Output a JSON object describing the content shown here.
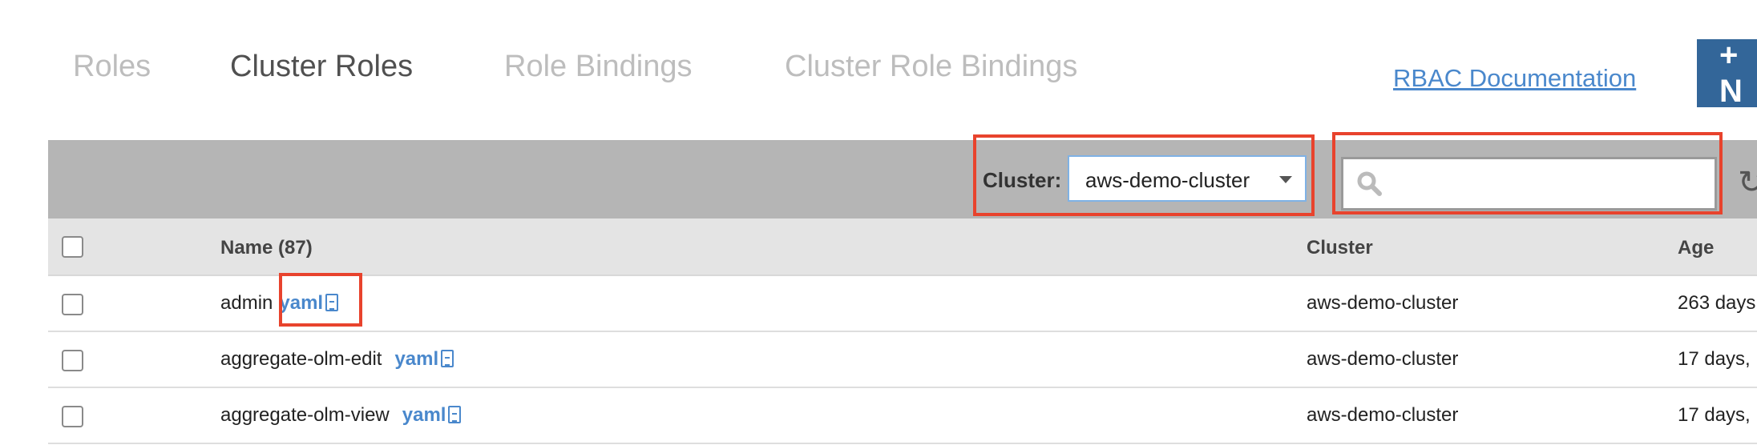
{
  "tabs": [
    {
      "label": "Roles"
    },
    {
      "label": "Cluster Roles",
      "active": true
    },
    {
      "label": "Role Bindings"
    },
    {
      "label": "Cluster Role Bindings"
    }
  ],
  "doc_link": "RBAC Documentation",
  "add_button": {
    "icon": "plus-icon",
    "label": "+ N"
  },
  "toolbar": {
    "cluster_label": "Cluster:",
    "cluster_value": "aws-demo-cluster",
    "search_placeholder": "",
    "refresh_icon": "refresh-icon"
  },
  "table": {
    "headers": {
      "name": "Name (87)",
      "cluster": "Cluster",
      "age": "Age"
    },
    "rows": [
      {
        "name": "admin",
        "link": "yaml",
        "cluster": "aws-demo-cluster",
        "age": "263 days"
      },
      {
        "name": "aggregate-olm-edit",
        "link": "yaml",
        "cluster": "aws-demo-cluster",
        "age": "17 days,"
      },
      {
        "name": "aggregate-olm-view",
        "link": "yaml",
        "cluster": "aws-demo-cluster",
        "age": "17 days,"
      }
    ]
  },
  "colors": {
    "accent": "#336699",
    "link": "#4a88cc",
    "highlight": "#e8432d"
  }
}
